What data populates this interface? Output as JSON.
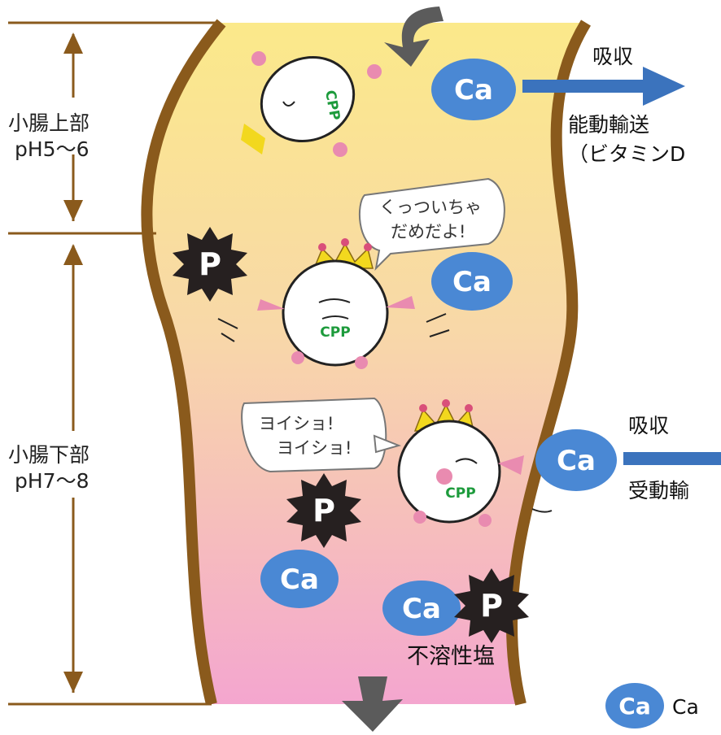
{
  "regions": {
    "upper": {
      "name": "小腸上部",
      "ph": "pH5～6"
    },
    "lower": {
      "name": "小腸下部",
      "ph": "pH7～8"
    }
  },
  "absorption": {
    "active": {
      "label": "吸収",
      "method": "能動輸送",
      "note": "（ビタミンD"
    },
    "passive": {
      "label": "吸収",
      "method": "受動輸"
    }
  },
  "speech": {
    "warning": [
      "くっついちゃ",
      "だめだよ!"
    ],
    "effort": [
      "ヨイショ!",
      "ヨイショ!"
    ]
  },
  "molecules": {
    "calcium": "Ca",
    "phosphate": "P",
    "peptide": "CPP"
  },
  "salt_label": "不溶性塩",
  "legend": {
    "symbol": "Ca",
    "text": "Ca"
  },
  "colors": {
    "intestine_top": "#fbe98a",
    "intestine_bottom": "#f4a6cf",
    "wall": "#8a5a1c",
    "calcium": "#4a88d4",
    "arrow": "#3b73bd",
    "flow_arrow": "#5b5b5b",
    "peptide_text": "#1d9b3c",
    "crown": "#f2d81e"
  }
}
